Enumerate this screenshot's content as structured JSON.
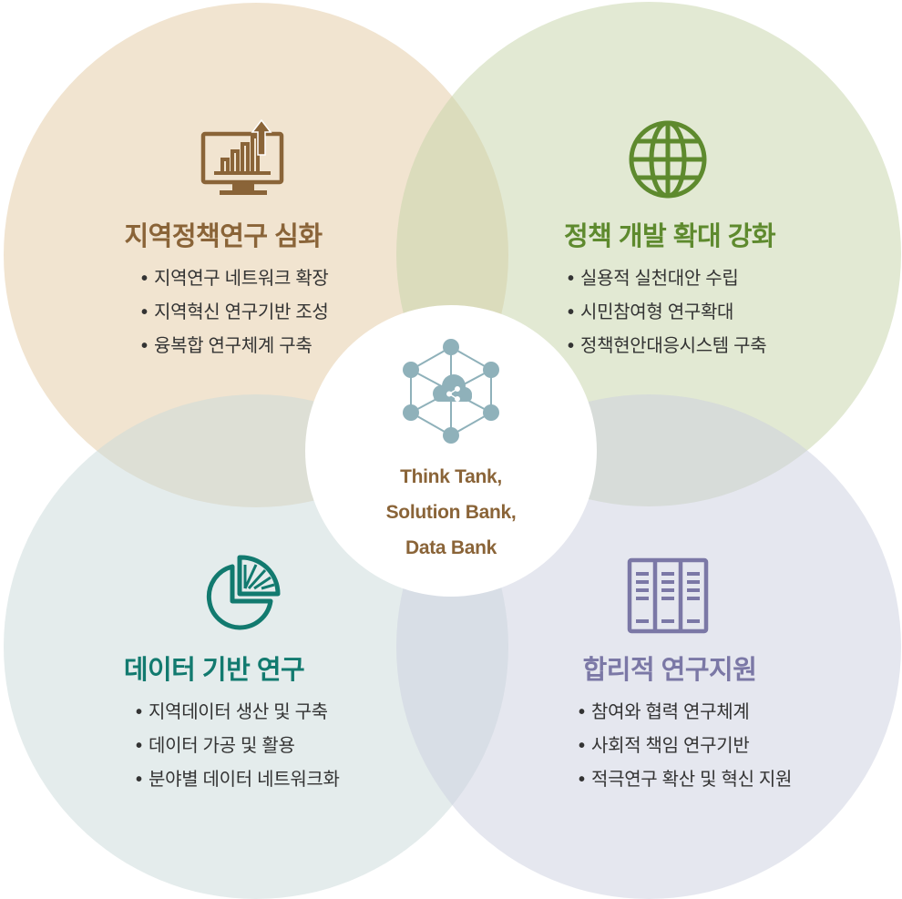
{
  "colors": {
    "brown": "#8a6438",
    "green": "#5e8a2e",
    "teal": "#127a6f",
    "purple": "#7b78a6",
    "network": "#8fb1ba",
    "fill_top_left": "#f1e5d4",
    "fill_top_right": "#e3e9d4",
    "fill_bottom_left": "#e4ecec",
    "fill_bottom_right": "#e6e7ef"
  },
  "center": {
    "icon": "cloud-network-icon",
    "lines": [
      "Think Tank,",
      "Solution Bank,",
      "Data Bank"
    ]
  },
  "quadrants": {
    "top_left": {
      "icon": "monitor-chart-icon",
      "title": "지역정책연구 심화",
      "items": [
        "지역연구 네트워크 확장",
        "지역혁신 연구기반 조성",
        "융복합 연구체계 구축"
      ]
    },
    "top_right": {
      "icon": "globe-icon",
      "title": "정책 개발 확대 강화",
      "items": [
        "실용적 실천대안 수립",
        "시민참여형 연구확대",
        "정책현안대응시스템 구축"
      ]
    },
    "bottom_left": {
      "icon": "pie-chart-icon",
      "title": "데이터 기반 연구",
      "items": [
        "지역데이터 생산 및 구축",
        "데이터 가공 및 활용",
        "분야별 데이터 네트워크화"
      ]
    },
    "bottom_right": {
      "icon": "server-rack-icon",
      "title": "합리적 연구지원",
      "items": [
        "참여와 협력 연구체계",
        "사회적 책임 연구기반",
        "적극연구 확산 및 혁신 지원"
      ]
    }
  }
}
